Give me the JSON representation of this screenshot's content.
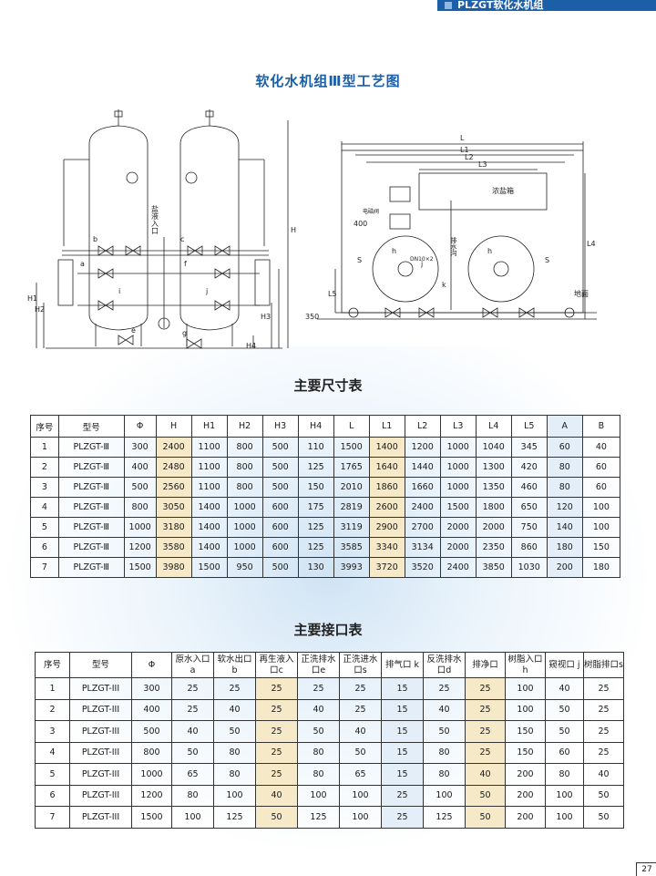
{
  "header": {
    "banner_text": "PLZGT软化水机组"
  },
  "page_title": "软化水机组Ⅲ型工艺图",
  "drawing": {
    "left_labels": {
      "inlet": "盐液入口",
      "b": "b",
      "c": "c",
      "a": "a",
      "f": "f",
      "i": "i",
      "j": "j",
      "g": "g",
      "e": "e",
      "H": "H",
      "H1": "H1",
      "H2": "H2",
      "H3": "H3",
      "H4": "H4"
    },
    "right_labels": {
      "L": "L",
      "L1": "L1",
      "L2": "L2",
      "L3": "L3",
      "L4": "L4",
      "L5": "L5",
      "brine_tank": "浓盐箱",
      "ground": "地面",
      "dim400": "400",
      "dim350": "350",
      "s": "S",
      "k": "k",
      "h": "h",
      "j": "j",
      "drain": "排水沟",
      "valve": "电磁阀",
      "pipe": "DN10×2"
    }
  },
  "dimensions_table": {
    "title": "主要尺寸表",
    "headers": [
      "序号",
      "型号",
      "Φ",
      "H",
      "H1",
      "H2",
      "H3",
      "H4",
      "L",
      "L1",
      "L2",
      "L3",
      "L4",
      "L5",
      "A",
      "B"
    ],
    "rows": [
      [
        "1",
        "PLZGT-Ⅲ",
        "300",
        "2400",
        "1100",
        "800",
        "500",
        "110",
        "1500",
        "1400",
        "1200",
        "1000",
        "1040",
        "345",
        "60",
        "40"
      ],
      [
        "2",
        "PLZGT-Ⅲ",
        "400",
        "2480",
        "1100",
        "800",
        "500",
        "125",
        "1765",
        "1640",
        "1440",
        "1000",
        "1300",
        "420",
        "80",
        "60"
      ],
      [
        "3",
        "PLZGT-Ⅲ",
        "500",
        "2560",
        "1100",
        "800",
        "500",
        "150",
        "2010",
        "1860",
        "1660",
        "1000",
        "1350",
        "460",
        "80",
        "60"
      ],
      [
        "4",
        "PLZGT-Ⅲ",
        "800",
        "3050",
        "1400",
        "1000",
        "600",
        "175",
        "2819",
        "2600",
        "2400",
        "1500",
        "1800",
        "650",
        "120",
        "100"
      ],
      [
        "5",
        "PLZGT-Ⅲ",
        "1000",
        "3180",
        "1400",
        "1000",
        "600",
        "125",
        "3119",
        "2900",
        "2700",
        "2000",
        "2000",
        "750",
        "140",
        "100"
      ],
      [
        "6",
        "PLZGT-Ⅲ",
        "1200",
        "3580",
        "1400",
        "1000",
        "600",
        "125",
        "3585",
        "3340",
        "3134",
        "2000",
        "2350",
        "860",
        "180",
        "150"
      ],
      [
        "7",
        "PLZGT-Ⅲ",
        "1500",
        "3980",
        "1500",
        "950",
        "500",
        "130",
        "3993",
        "3720",
        "3520",
        "2400",
        "3850",
        "1030",
        "200",
        "180"
      ]
    ]
  },
  "ports_table": {
    "title": "主要接口表",
    "headers": [
      "序号",
      "型号",
      "Φ",
      "原水入口 a",
      "软水出口 b",
      "再生液入口c",
      "正洗排水口e",
      "正洗进水口s",
      "排气口 k",
      "反洗排水口d",
      "排净口",
      "树脂入口h",
      "窥视口 j",
      "树脂排口s"
    ],
    "rows": [
      [
        "1",
        "PLZGT-III",
        "300",
        "25",
        "25",
        "25",
        "25",
        "25",
        "15",
        "25",
        "25",
        "100",
        "40",
        "25"
      ],
      [
        "2",
        "PLZGT-III",
        "400",
        "25",
        "40",
        "25",
        "40",
        "25",
        "15",
        "40",
        "25",
        "100",
        "50",
        "25"
      ],
      [
        "3",
        "PLZGT-III",
        "500",
        "40",
        "50",
        "25",
        "50",
        "40",
        "15",
        "50",
        "25",
        "150",
        "50",
        "25"
      ],
      [
        "4",
        "PLZGT-III",
        "800",
        "50",
        "80",
        "25",
        "80",
        "50",
        "15",
        "80",
        "25",
        "150",
        "60",
        "25"
      ],
      [
        "5",
        "PLZGT-III",
        "1000",
        "65",
        "80",
        "25",
        "80",
        "65",
        "15",
        "80",
        "40",
        "200",
        "80",
        "40"
      ],
      [
        "6",
        "PLZGT-III",
        "1200",
        "80",
        "100",
        "40",
        "100",
        "100",
        "25",
        "100",
        "50",
        "200",
        "100",
        "50"
      ],
      [
        "7",
        "PLZGT-III",
        "1500",
        "100",
        "125",
        "50",
        "125",
        "100",
        "25",
        "125",
        "50",
        "200",
        "100",
        "50"
      ]
    ]
  },
  "page_number": "27"
}
